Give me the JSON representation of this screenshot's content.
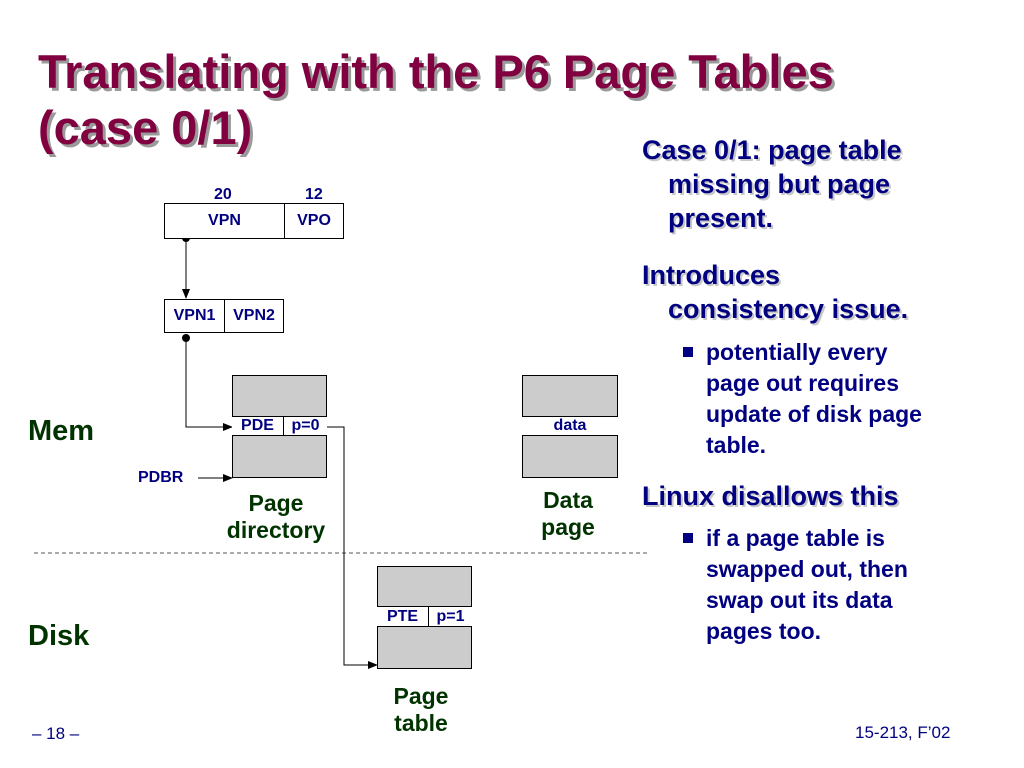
{
  "title": {
    "line1": "Translating with the P6 Page Tables",
    "line2": "(case 0/1)"
  },
  "bullets": {
    "b1_lines": [
      "Case 0/1: page table",
      "missing but page",
      "present."
    ],
    "b2_lines": [
      "Introduces",
      "consistency issue."
    ],
    "b2_sub_lines": [
      "potentially every",
      "page out requires",
      "update of disk page",
      "table."
    ],
    "b3": "Linux disallows this",
    "b3_sub_lines": [
      "if a page table is",
      "swapped out, then",
      "swap out its data",
      "pages too."
    ]
  },
  "diagram": {
    "va_bits": {
      "vpn": "20",
      "vpo": "12"
    },
    "va": {
      "vpn": "VPN",
      "vpo": "VPO"
    },
    "vpn_split": {
      "vpn1": "VPN1",
      "vpn2": "VPN2"
    },
    "page_directory": {
      "pde": "PDE",
      "p": "p=0",
      "caption_lines": [
        "Page",
        "directory"
      ]
    },
    "data_page": {
      "cell": "data",
      "caption_lines": [
        "Data",
        "page"
      ]
    },
    "page_table": {
      "pte": "PTE",
      "p": "p=1",
      "caption_lines": [
        "Page",
        "table"
      ]
    },
    "pdbr": "PDBR",
    "mem_label": "Mem",
    "disk_label": "Disk"
  },
  "footer": {
    "left": "– 18 –",
    "right": "15-213, F’02"
  },
  "colors": {
    "title": "#800040",
    "text": "#000080",
    "caption": "#003300",
    "box_fill": "#cccccc"
  }
}
